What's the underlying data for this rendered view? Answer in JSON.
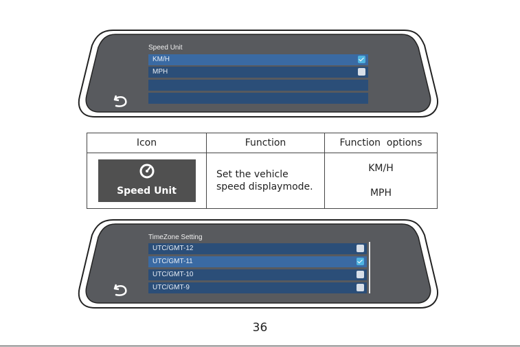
{
  "screen1": {
    "title": "Speed Unit",
    "rows": [
      {
        "label": "KM/H",
        "checked": true
      },
      {
        "label": "MPH",
        "checked": false
      }
    ],
    "back_icon": "back-arrow-icon"
  },
  "table": {
    "headers": [
      "Icon",
      "Function",
      "Function  options"
    ],
    "icon_label": "Speed Unit",
    "icon_symbol": "speedometer-icon",
    "function_text": "Set the vehicle speed displaymode.",
    "options": [
      "KM/H",
      "MPH"
    ]
  },
  "screen2": {
    "title": "TimeZone Setting",
    "rows": [
      {
        "label": "UTC/GMT-12",
        "checked": false
      },
      {
        "label": "UTC/GMT-11",
        "checked": true
      },
      {
        "label": "UTC/GMT-10",
        "checked": false
      },
      {
        "label": "UTC/GMT-9",
        "checked": false
      }
    ],
    "back_icon": "back-arrow-icon"
  },
  "page_number": "36"
}
